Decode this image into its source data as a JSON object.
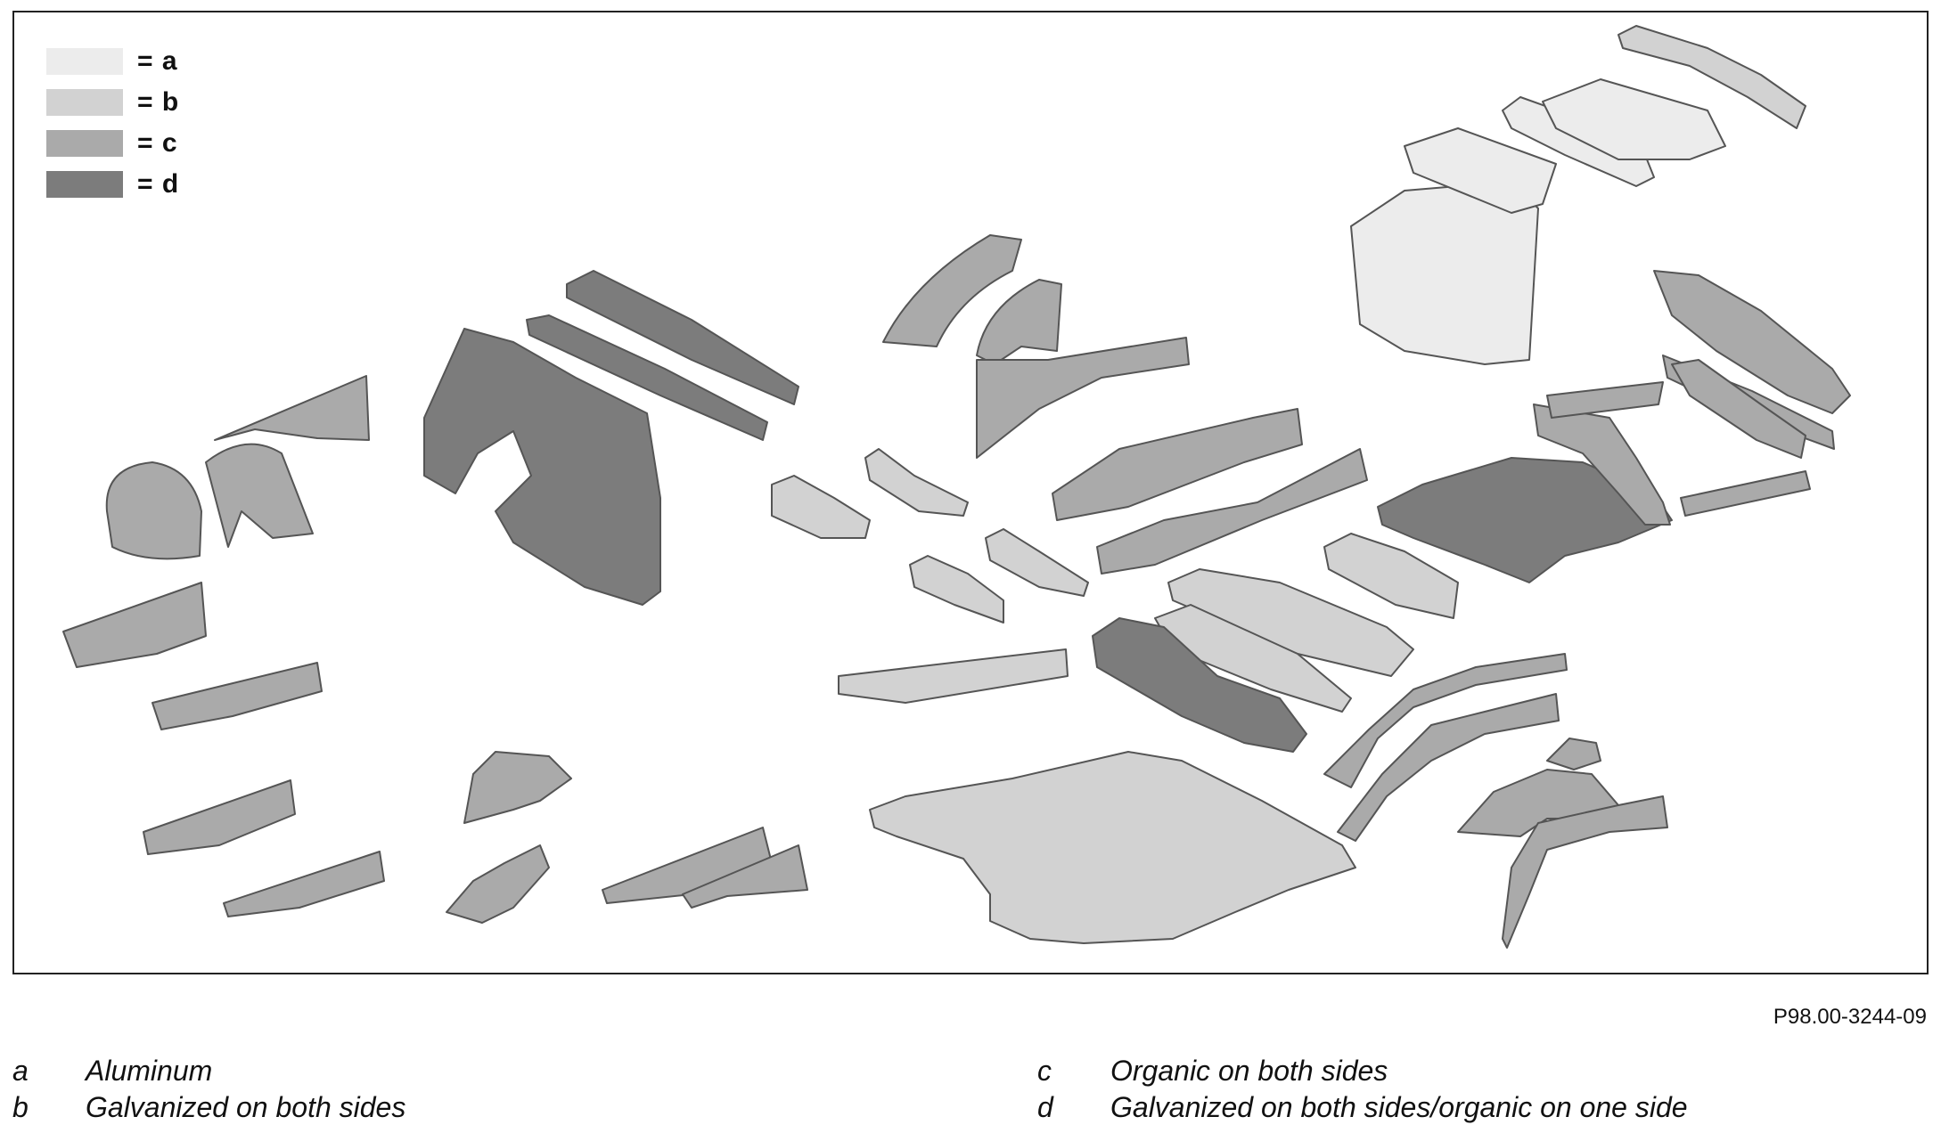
{
  "legend": [
    {
      "key": "= a",
      "color": "#ececec"
    },
    {
      "key": "= b",
      "color": "#d2d2d2"
    },
    {
      "key": "= c",
      "color": "#aaaaaa"
    },
    {
      "key": "= d",
      "color": "#7c7c7c"
    }
  ],
  "figure_id": "P98.00-3244-09",
  "captions": [
    {
      "key": "a",
      "text": "Aluminum"
    },
    {
      "key": "b",
      "text": "Galvanized on both sides"
    },
    {
      "key": "c",
      "text": "Organic on both sides"
    },
    {
      "key": "d",
      "text": "Galvanized on both sides/organic on one side"
    }
  ],
  "colors": {
    "a": "#ececec",
    "b": "#d2d2d2",
    "c": "#aaaaaa",
    "d": "#7c7c7c",
    "outline": "#555555"
  }
}
